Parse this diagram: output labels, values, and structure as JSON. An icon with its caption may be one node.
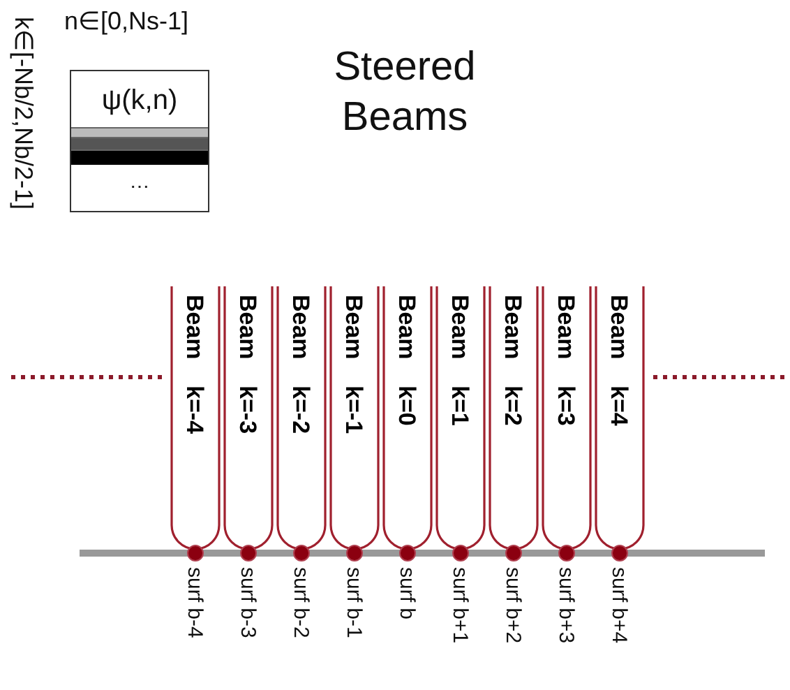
{
  "diagram": {
    "title": "Steered Beams",
    "nodes": [
      {
        "text": [
          "ψ(k,n)",
          "⋯"
        ]
      },
      {
        "text": [
          "Beam k=-4"
        ]
      },
      {
        "text": [
          "Beam k=-3"
        ]
      },
      {
        "text": [
          "Beam k=-2"
        ]
      },
      {
        "text": [
          "Beam k=-1"
        ]
      },
      {
        "text": [
          "Beam k=0"
        ]
      },
      {
        "text": [
          "Beam k=1"
        ]
      },
      {
        "text": [
          "Beam k=2"
        ]
      },
      {
        "text": [
          "Beam k=3"
        ]
      },
      {
        "text": [
          "Beam k=4"
        ]
      },
      {
        "text": [],
        "shape": "circle",
        "beside": [
          "surf b-4"
        ]
      },
      {
        "text": [],
        "shape": "circle",
        "beside": [
          "surf b-3"
        ]
      },
      {
        "text": [],
        "shape": "circle",
        "beside": [
          "surf b-2"
        ]
      },
      {
        "text": [],
        "shape": "circle",
        "beside": [
          "surf b-1"
        ]
      },
      {
        "text": [],
        "shape": "circle",
        "beside": [
          "surf b"
        ]
      },
      {
        "text": [],
        "shape": "circle",
        "beside": [
          "surf b+1"
        ]
      },
      {
        "text": [],
        "shape": "circle",
        "beside": [
          "surf b+2"
        ]
      },
      {
        "text": [],
        "shape": "circle",
        "beside": [
          "surf b+3"
        ]
      },
      {
        "text": [],
        "shape": "circle",
        "beside": [
          "surf b+4"
        ]
      }
    ],
    "labels": [
      "n∈[0,Ns-1]",
      "k∈[-Nb/2,Nb/2-1]"
    ]
  }
}
